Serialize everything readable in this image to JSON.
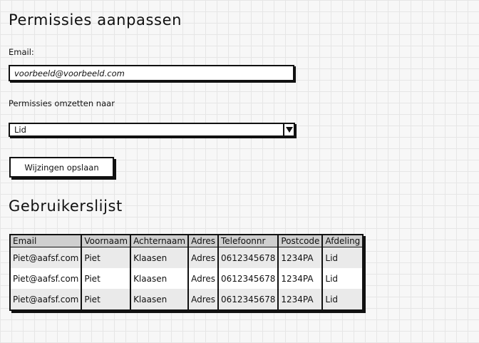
{
  "permissions": {
    "title": "Permissies aanpassen",
    "email_label": "Email:",
    "email_value": "voorbeeld@voorbeeld.com",
    "role_label": "Permissies omzetten naar",
    "role_value": "Lid",
    "save_label": "Wijzingen opslaan"
  },
  "users": {
    "title": "Gebruikerslijst",
    "columns": [
      "Email",
      "Voornaam",
      "Achternaam",
      "Adres",
      "Telefoonnr",
      "Postcode",
      "Afdeling"
    ],
    "rows": [
      [
        "Piet@aafsf.com",
        "Piet",
        "Klaasen",
        "Adres",
        "0612345678",
        "1234PA",
        "Lid"
      ],
      [
        "Piet@aafsf.com",
        "Piet",
        "Klaasen",
        "Adres",
        "0612345678",
        "1234PA",
        "Lid"
      ],
      [
        "Piet@aafsf.com",
        "Piet",
        "Klaasen",
        "Adres",
        "0612345678",
        "1234PA",
        "Lid"
      ]
    ]
  }
}
